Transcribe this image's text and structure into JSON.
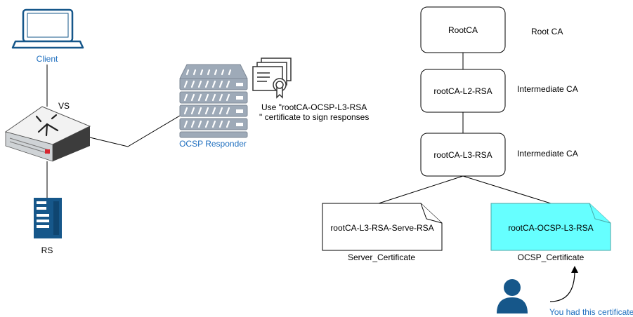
{
  "left": {
    "client_label": "Client",
    "vs_label": "VS",
    "rs_label": "RS",
    "ocsp_label": "OCSP Responder",
    "note_line1": "Use \"rootCA-OCSP-L3-RSA",
    "note_line2": "\" certificate to sign responses"
  },
  "right": {
    "root_box": "RootCA",
    "root_desc": "Root CA",
    "l2_box": "rootCA-L2-RSA",
    "l2_desc": "Intermediate CA",
    "l3_box": "rootCA-L3-RSA",
    "l3_desc": "Intermediate CA",
    "server_doc": "rootCA-L3-RSA-Serve-RSA",
    "server_caption": "Server_Certificate",
    "ocsp_doc": "rootCA-OCSP-L3-RSA",
    "ocsp_caption": "OCSP_Certificate",
    "user_note": "You had this certificate"
  },
  "colors": {
    "link_blue": "#1f6fbf",
    "device_blue": "#16578a",
    "ocsp_fill": "#66ffff",
    "server_gray": "#9eaab8"
  }
}
